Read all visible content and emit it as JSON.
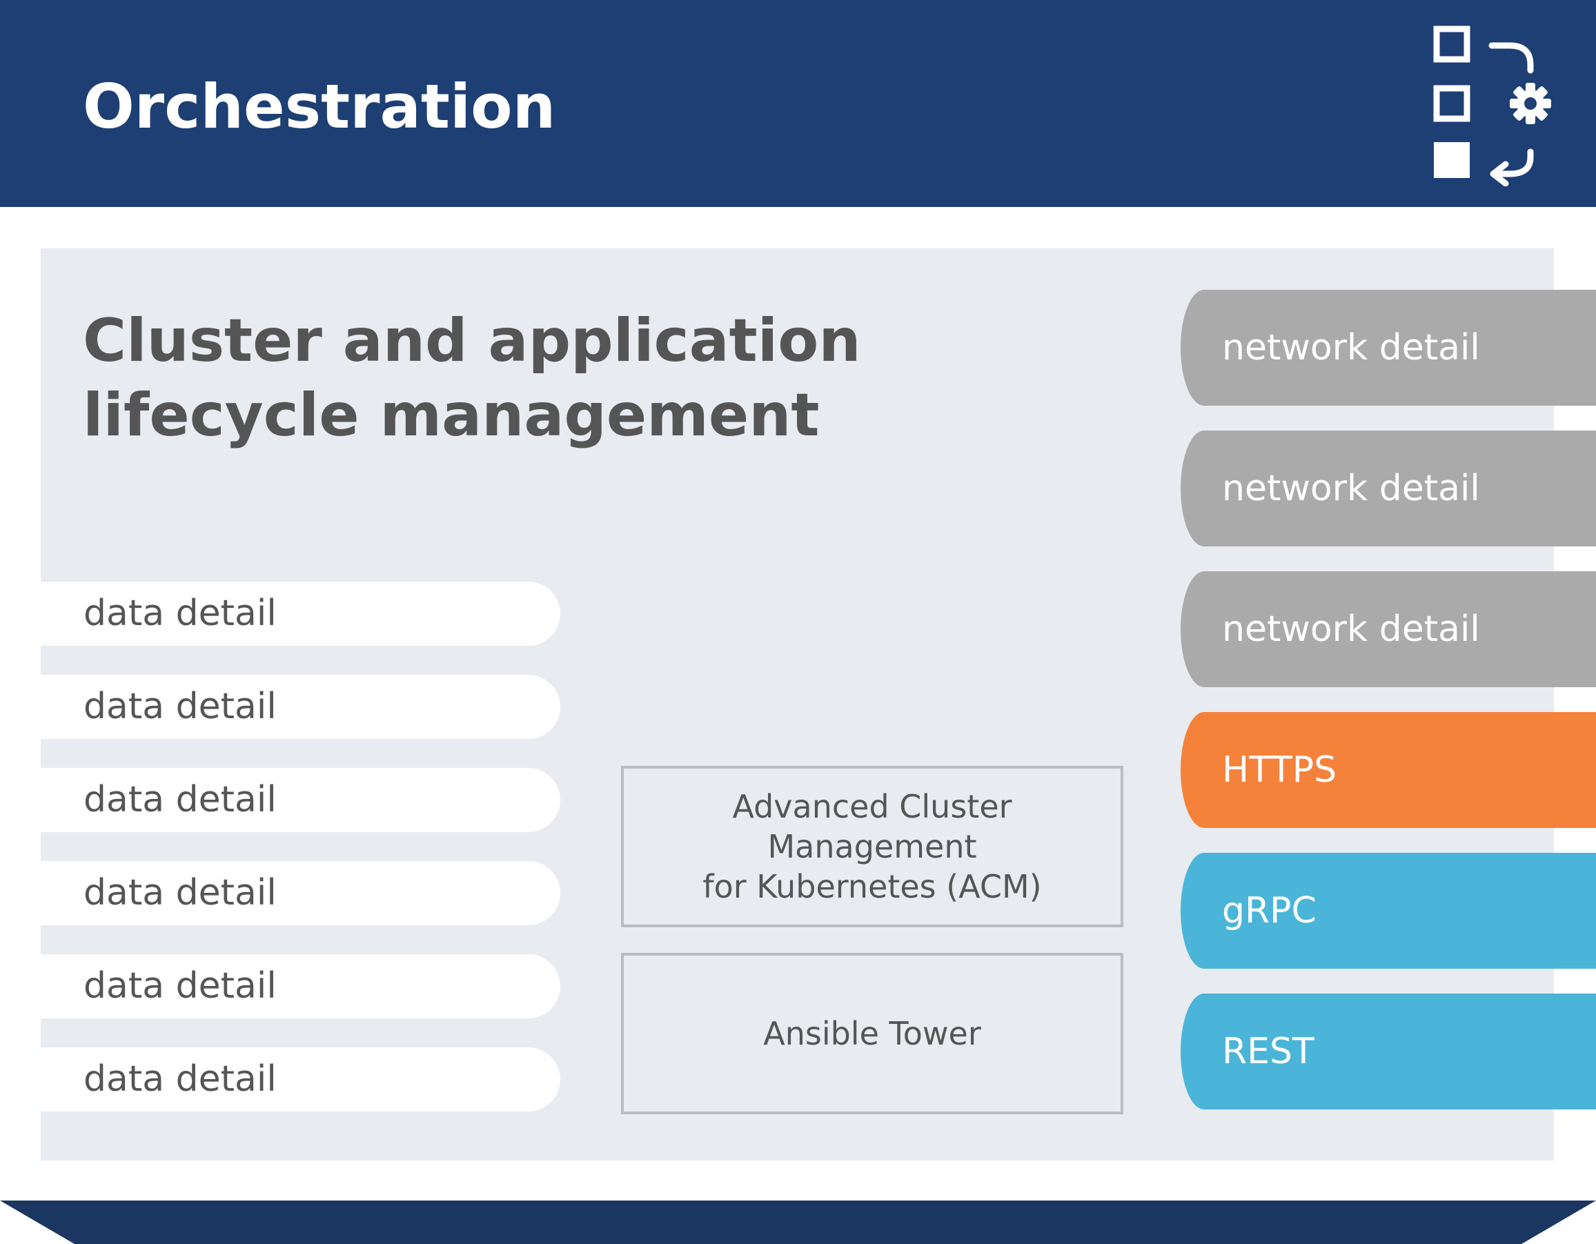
{
  "header": {
    "title": "Orchestration",
    "icon": "workflow-gear-icon"
  },
  "section": {
    "title": "Cluster and application lifecycle management"
  },
  "data_rows": [
    {
      "label": "data detail"
    },
    {
      "label": "data detail"
    },
    {
      "label": "data detail"
    },
    {
      "label": "data detail"
    },
    {
      "label": "data detail"
    },
    {
      "label": "data detail"
    }
  ],
  "tools": [
    {
      "line1": "Advanced Cluster Management",
      "line2": "for Kubernetes (ACM)"
    },
    {
      "line1": "Ansible Tower"
    }
  ],
  "tabs": [
    {
      "label": "network detail",
      "color": "#aaaaaa"
    },
    {
      "label": "network detail",
      "color": "#aaaaaa"
    },
    {
      "label": "network detail",
      "color": "#aaaaaa"
    },
    {
      "label": "HTTPS",
      "color": "#f5823b"
    },
    {
      "label": "gRPC",
      "color": "#4ab5d8"
    },
    {
      "label": "REST",
      "color": "#4ab5d8"
    }
  ],
  "colors": {
    "header_bg": "#1e3f73",
    "panel_bg": "#e8ebf0",
    "footer_bg": "#1b3660"
  }
}
